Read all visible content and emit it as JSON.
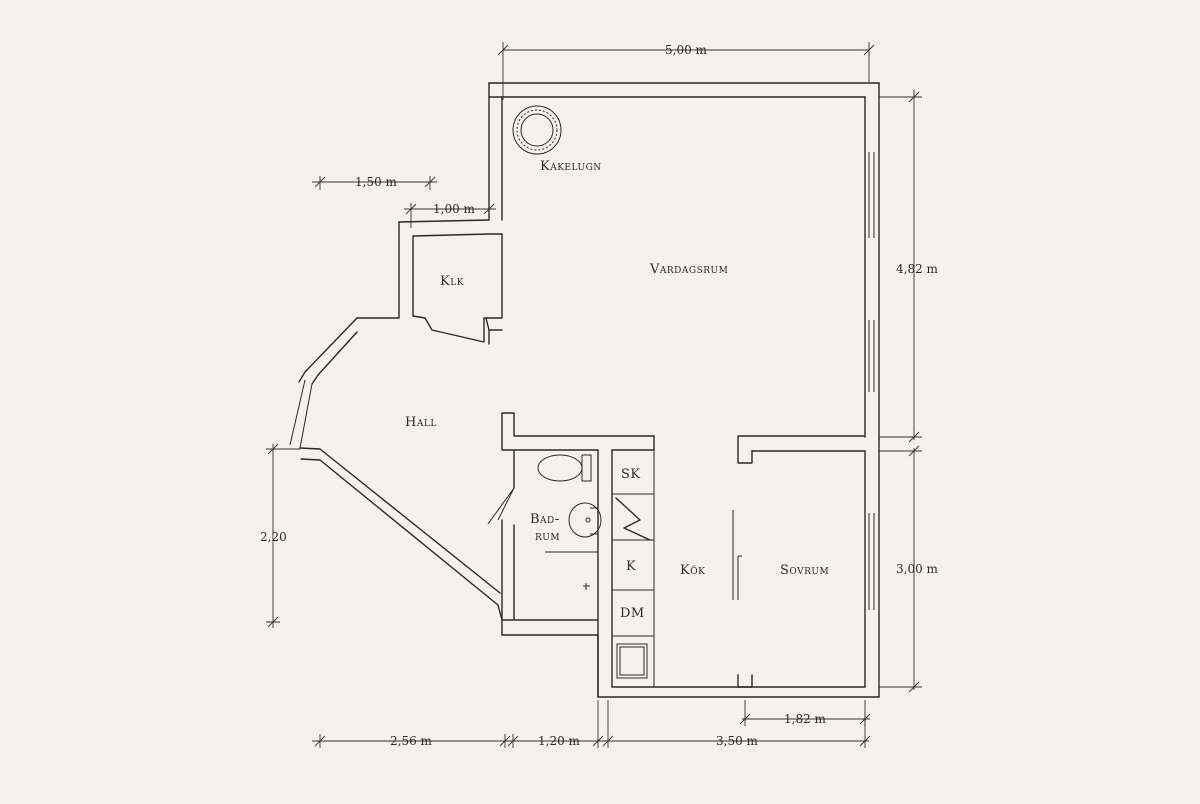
{
  "rooms": {
    "vardagsrum": "Vardagsrum",
    "kakelugn": "Kakelugn",
    "klk": "Klk",
    "hall": "Hall",
    "badrum_1": "Bad-",
    "badrum_2": "rum",
    "sk": "SK",
    "k": "K",
    "dm": "DM",
    "kok": "Kök",
    "sovrum": "Sovrum"
  },
  "dimensions": {
    "top_width": "5,00 m",
    "right_upper": "4,82 m",
    "right_lower": "3,00 m",
    "klk_offset": "1,50 m",
    "klk_width": "1,00 m",
    "left_height": "2,20",
    "bottom_left": "2,56 m",
    "bottom_mid": "1,20 m",
    "bottom_right": "3,50 m",
    "sovrum_width": "1,82 m"
  }
}
